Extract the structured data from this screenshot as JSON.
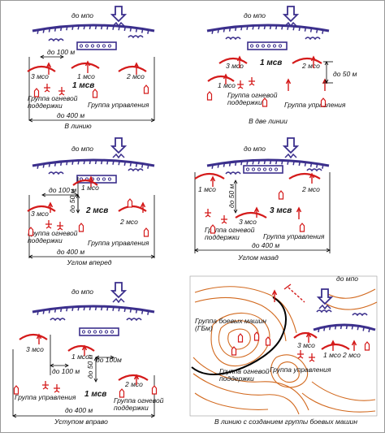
{
  "colors": {
    "enemy": "#3b2f8c",
    "friendly": "#d41a1a",
    "terrain": "#d2691e",
    "line": "#000000"
  },
  "icons": {
    "enemy_line": "fortification-line",
    "platoon_arc": "platoon-position-arc",
    "vehicle": "infantry-fighting-vehicle-icon",
    "mortar": "weapon-crew-icon",
    "arrow": "direction-arrow-icon"
  },
  "panels": [
    {
      "id": "in-line",
      "enemy_label": "до мпо",
      "units": [
        "3 мсо",
        "1 мсо",
        "2 мсо"
      ],
      "platoon": "1 мсв",
      "fire_group": "Группа огневой\nподдержки",
      "control_group": "Группа управления",
      "dims": [
        "до 100 м",
        "до 400 м"
      ],
      "caption": "В линию"
    },
    {
      "id": "two-lines",
      "enemy_label": "до мпо",
      "units": [
        "3 мсо",
        "1 мсо",
        "2 мсо"
      ],
      "platoon": "1 мсв",
      "fire_group": "Группа огневой\nподдержки",
      "control_group": "Группа управления",
      "dims": [
        "до 50 м"
      ],
      "caption": "В две линии"
    },
    {
      "id": "angle-forward",
      "enemy_label": "до мпо",
      "units": [
        "3 мсо",
        "1 мсо",
        "2 мсо"
      ],
      "platoon": "2 мсв",
      "fire_group": "Группа огневой\nподдержки",
      "control_group": "Группа управления",
      "dims": [
        "до 100 м",
        "до 50 м",
        "до 400 м"
      ],
      "caption": "Углом вперед"
    },
    {
      "id": "angle-back",
      "enemy_label": "до мпо",
      "units": [
        "1 мсо",
        "2 мсо",
        "3 мсо"
      ],
      "platoon": "3 мсв",
      "fire_group": "Группа огневой\nподдержки",
      "control_group": "Группа управления",
      "dims": [
        "до 50 м",
        "до 400 м"
      ],
      "caption": "Углом назад"
    },
    {
      "id": "echelon-right",
      "enemy_label": "до мпо",
      "units": [
        "3 мсо",
        "1 мсо",
        "2 мсо"
      ],
      "platoon": "1 мсв",
      "fire_group": "Группа огневой\nподдержки",
      "control_group": "Группа управления",
      "dims": [
        "до 100 м",
        "до 100м",
        "до 50 м",
        "до 400 м"
      ],
      "caption": "Уступом вправо"
    },
    {
      "id": "line-with-vehicles",
      "enemy_label": "до мпо",
      "units": [
        "3 мсо",
        "1 мсо",
        "2 мсо"
      ],
      "vehicle_group": "Группа боевых машин\n(ГБм)",
      "fire_group": "Группа огневой\nподдержки",
      "control_group": "Группа управления",
      "caption": "В линию с созданием группы боевых машин"
    }
  ]
}
